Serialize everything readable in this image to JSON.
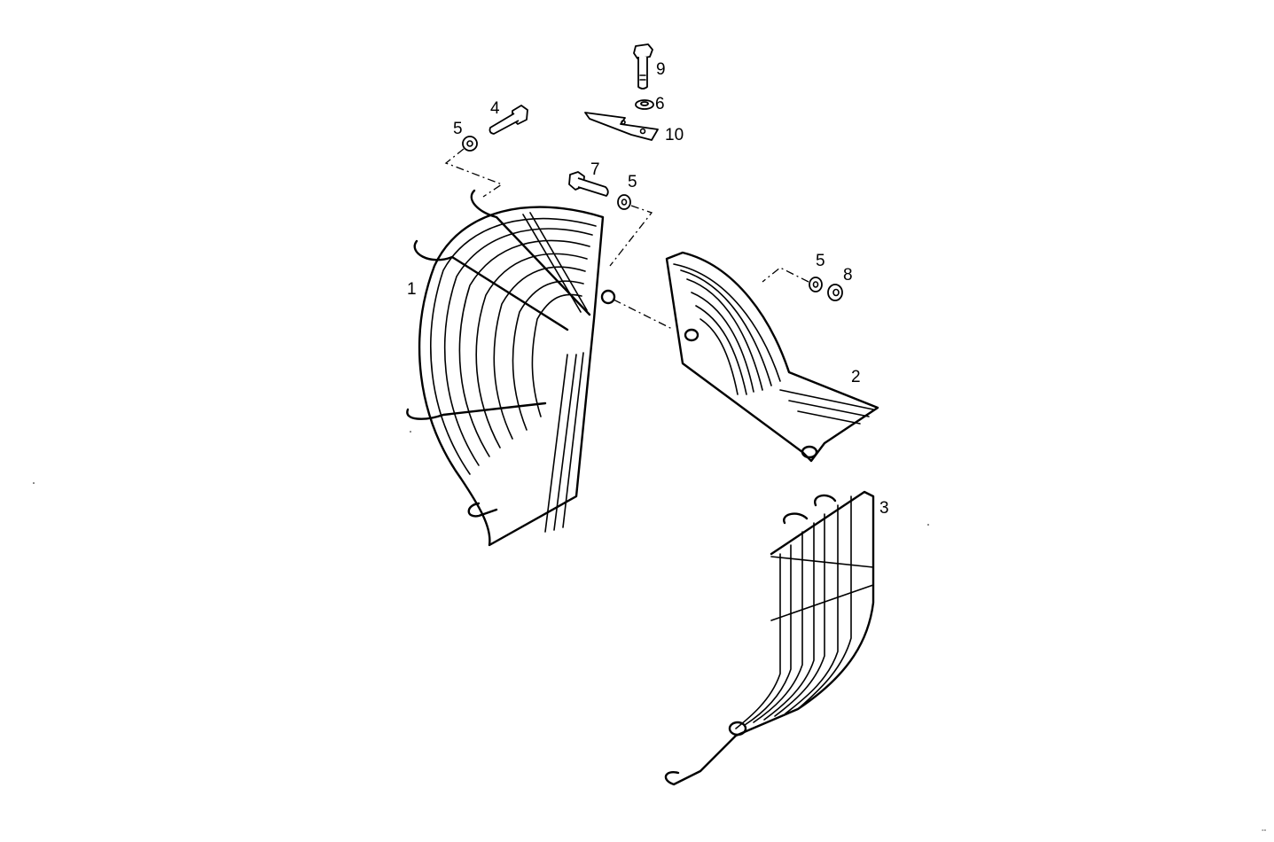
{
  "diagram": {
    "type": "exploded parts diagram",
    "subject": "wire guard assembly",
    "callouts": [
      {
        "id": "1",
        "label": "1",
        "part": "left wire guard (curved)"
      },
      {
        "id": "2",
        "label": "2",
        "part": "right wire guard (upper)"
      },
      {
        "id": "3",
        "label": "3",
        "part": "lower wire guard"
      },
      {
        "id": "4",
        "label": "4",
        "part": "bolt"
      },
      {
        "id": "5a",
        "label": "5",
        "part": "washer"
      },
      {
        "id": "5b",
        "label": "5",
        "part": "washer"
      },
      {
        "id": "5c",
        "label": "5",
        "part": "washer"
      },
      {
        "id": "6",
        "label": "6",
        "part": "washer"
      },
      {
        "id": "7",
        "label": "7",
        "part": "bolt"
      },
      {
        "id": "8",
        "label": "8",
        "part": "nut"
      },
      {
        "id": "9",
        "label": "9",
        "part": "bolt"
      },
      {
        "id": "10",
        "label": "10",
        "part": "bracket"
      }
    ],
    "corner_mark": "--"
  }
}
